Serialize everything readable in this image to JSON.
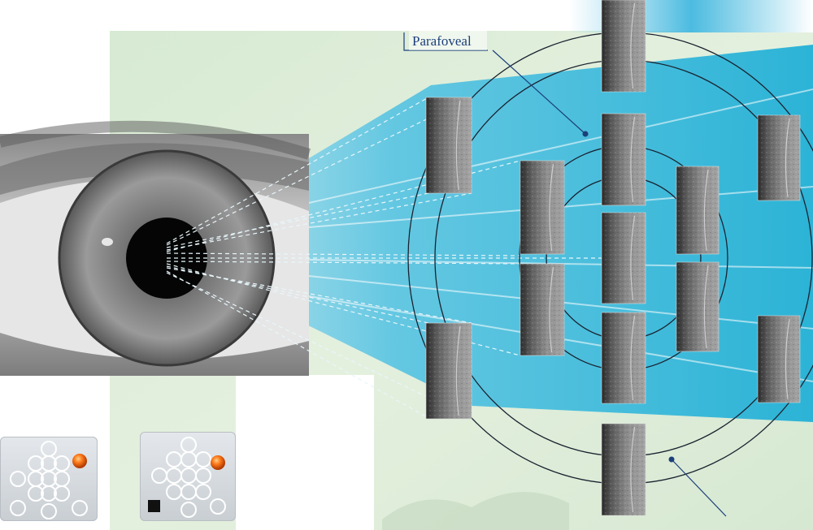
{
  "labels": {
    "parafoveal": "Parafoveal"
  },
  "colors": {
    "background_green": "#dcebd6",
    "beam_cyan": "#29b4d8",
    "ring_stroke": "#1a2230",
    "leader_line": "#1c3f7a",
    "fixation_orange": "#ff7a1a",
    "fixation_black": "#111111"
  },
  "icons": {
    "eye": "eye-photo",
    "retina_patch": "retina-image-tile",
    "target_pattern": "fixation-target-grid",
    "fixation_light": "orange-fixation-light",
    "reference_square": "black-square"
  }
}
